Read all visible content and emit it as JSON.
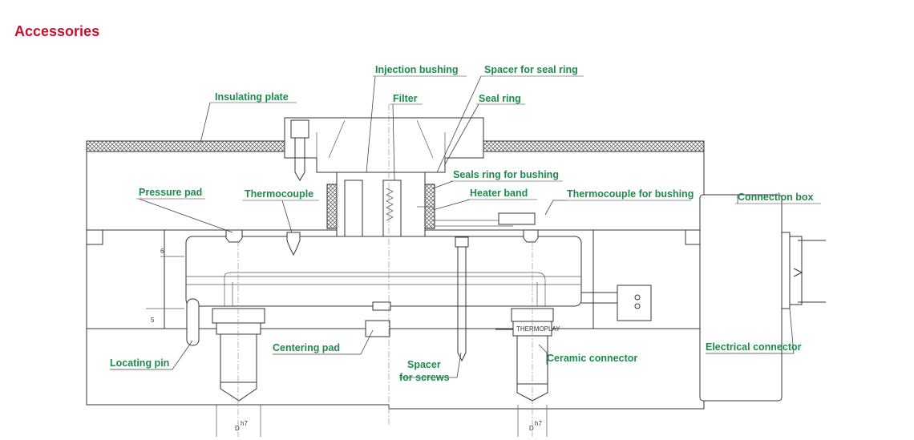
{
  "title": "Accessories",
  "labels": {
    "injection_bushing": "Injection bushing",
    "spacer_for_seal_ring": "Spacer for seal ring",
    "insulating_plate": "Insulating plate",
    "filter": "Filter",
    "seal_ring": "Seal ring",
    "seals_ring_for_bushing": "Seals ring for bushing",
    "heater_band": "Heater band",
    "thermocouple_for_bushing": "Thermocouple for bushing",
    "pressure_pad": "Pressure pad",
    "thermocouple": "Thermocouple",
    "connection_box": "Connection box",
    "locating_pin": "Locating pin",
    "centering_pad": "Centering pad",
    "spacer_for_screws_1": "Spacer",
    "spacer_for_screws_2": "for screws",
    "ceramic_connector": "Ceramic connector",
    "electrical_connector": "Electrical connector"
  },
  "dimensions": {
    "gap_top": "6",
    "gap_side": "5",
    "diameter_left": "D",
    "diameter_left_tol": "h7",
    "diameter_right": "D",
    "diameter_right_tol": "h7"
  },
  "logo_text": "THERMOPLAY",
  "colors": {
    "title": "#c8102e",
    "labels": "#1e8a4a"
  }
}
